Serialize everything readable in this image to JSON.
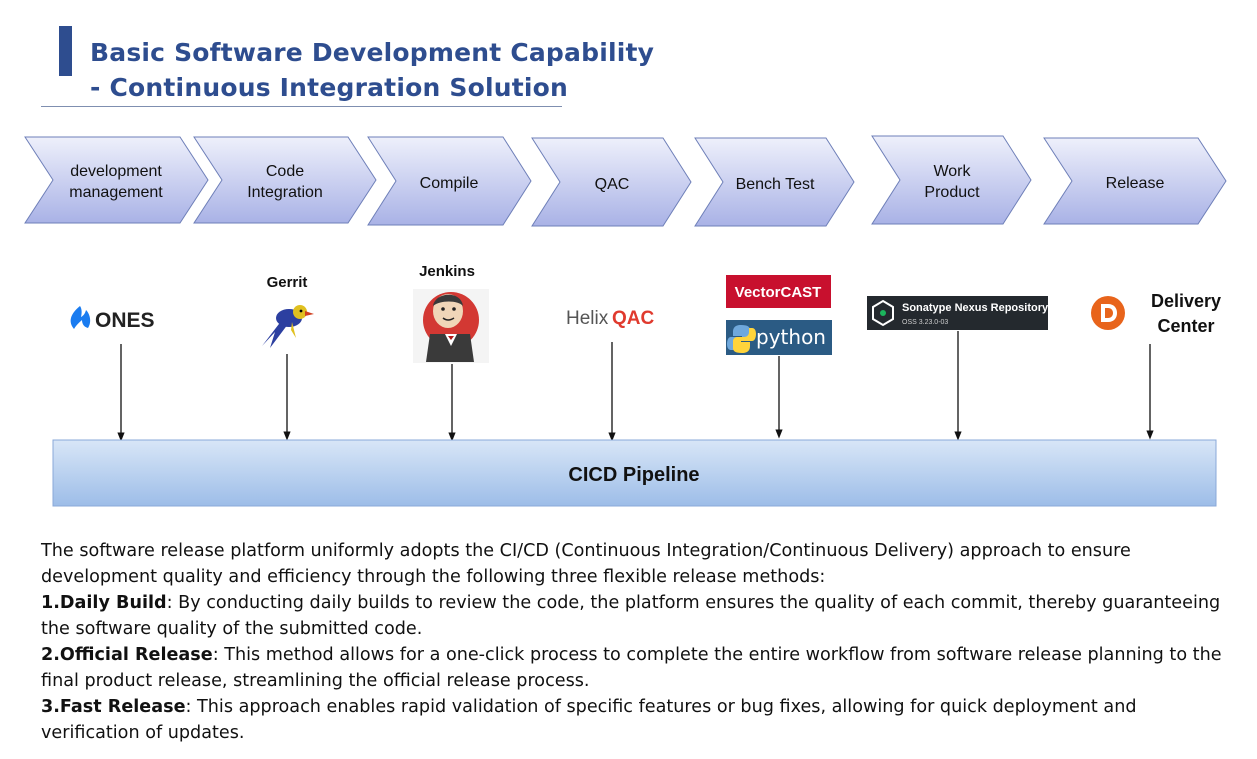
{
  "header": {
    "title_line1": "Basic Software Development Capability",
    "title_line2": "- Continuous Integration Solution"
  },
  "stages": [
    {
      "label_lines": [
        "development",
        "management"
      ]
    },
    {
      "label_lines": [
        "Code",
        "Integration"
      ]
    },
    {
      "label_lines": [
        "Compile"
      ]
    },
    {
      "label_lines": [
        "QAC"
      ]
    },
    {
      "label_lines": [
        "Bench Test"
      ]
    },
    {
      "label_lines": [
        "Work",
        "Product"
      ]
    },
    {
      "label_lines": [
        "Release"
      ]
    }
  ],
  "tools": {
    "ones_logo_text": "ONES",
    "gerrit_label": "Gerrit",
    "jenkins_label": "Jenkins",
    "helix_logo_text_a": "Helix",
    "helix_logo_text_b": "QAC",
    "vectorcast_logo_text": "VectorCAST",
    "python_logo_text": "python",
    "nexus_logo_text": "Sonatype Nexus Repository",
    "nexus_version": "OSS 3.23.0-03",
    "delivery_label_line1": "Delivery",
    "delivery_label_line2": "Center"
  },
  "pipeline": {
    "label": "CICD Pipeline"
  },
  "description": {
    "intro": "The software release platform uniformly adopts the CI/CD (Continuous Integration/Continuous Delivery) approach to ensure development quality and efficiency through the following three flexible release methods:",
    "methods": [
      {
        "title": "1.Daily Build",
        "text": ": By conducting daily builds to review the code, the platform ensures the quality of each commit, thereby guaranteeing the software quality of the submitted code."
      },
      {
        "title": "2.Official Release",
        "text": ": This method allows for a one-click process to complete the entire workflow from software release planning to the final product release, streamlining the official release process."
      },
      {
        "title": "3.Fast Release",
        "text": ": This approach enables rapid validation of specific features or bug fixes, allowing for quick deployment and verification of updates."
      }
    ]
  },
  "colors": {
    "title": "#2e4d8f",
    "chevron_top": "#eef0fb",
    "chevron_bottom": "#a9b2e6",
    "pipeline_top": "#d8e6f7",
    "pipeline_bottom": "#9dbde8",
    "jenkins_red": "#d33833",
    "vectorcast_red": "#c8102e",
    "python_blue": "#2b5b84",
    "nexus_dark": "#24292e",
    "delivery_orange": "#e8641b"
  }
}
